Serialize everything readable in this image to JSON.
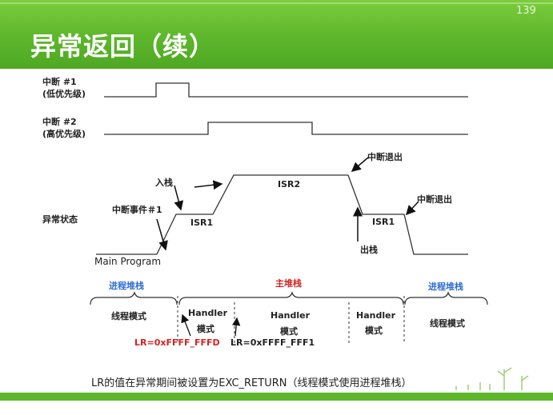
{
  "page": {
    "title": "异常返回（续）",
    "page_number": "139",
    "caption": "LR的值在异常期间被设置为EXC_RETURN（线程模式使用进程堆栈）"
  },
  "diagram": {
    "irq1_label": "中断 #1",
    "irq1_sub": "(低优先级)",
    "irq2_label": "中断 #2",
    "irq2_sub": "(高优先级)",
    "state_label": "异常状态",
    "event1": "中断事件＃1",
    "push_label": "入栈",
    "isr1_a": "ISR1",
    "isr2": "ISR2",
    "exit_label_1": "中断退出",
    "exit_label_2": "中断退出",
    "isr1_b": "ISR1",
    "pop_label": "出栈",
    "main_program": "Main Program",
    "stack_psp_1": "进程堆栈",
    "stack_msp": "主堆栈",
    "stack_psp_2": "进程堆栈",
    "mode_thread_1": "线程模式",
    "mode_handler_1a": "Handler",
    "mode_handler_1b": "模式",
    "mode_handler_2a": "Handler",
    "mode_handler_2b": "模式",
    "mode_handler_3a": "Handler",
    "mode_handler_3b": "模式",
    "mode_thread_2": "线程模式",
    "lr_psp": "LR=0xFFFF_FFFD",
    "lr_msp": "LR=0xFFFF_FFF1"
  },
  "colors": {
    "header_green": "#5fb82c",
    "blue_text": "#2f6dd1",
    "red_text": "#d62222"
  },
  "icons": [
    "plant-logo-icon"
  ]
}
